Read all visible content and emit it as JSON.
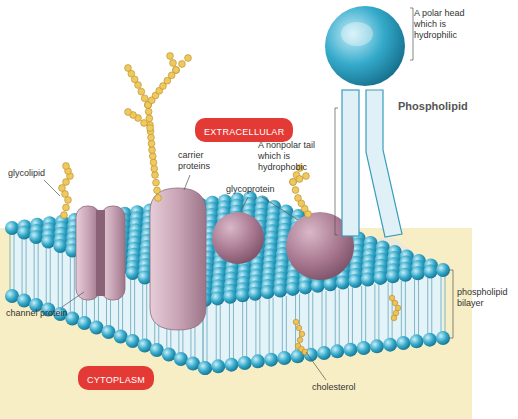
{
  "diagram": {
    "nodes": [
      {
        "text": [
          "EXTRACELLULAR"
        ]
      },
      {
        "text": [
          "CYTOPLASM"
        ]
      }
    ],
    "labels": [
      "A polar head which is hydrophilic",
      "Phospholipid",
      "A nonpolar tail which is hydrophobic",
      "glycolipid",
      "carrier proteins",
      "glycoprotein",
      "channel protein",
      "cholesterol",
      "phospholipid bilayer"
    ]
  }
}
